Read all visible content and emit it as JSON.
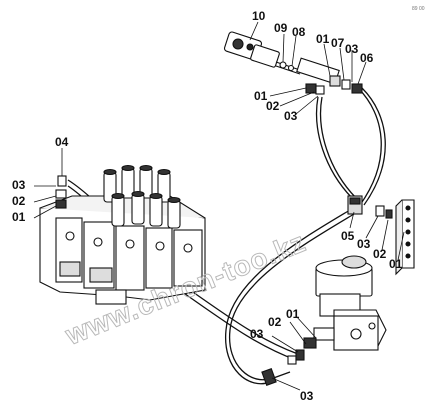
{
  "corner_code": "89 00",
  "watermark": "www.chron-too.kz",
  "callouts": {
    "label_10": "10",
    "label_09": "09",
    "label_08": "08",
    "label_01_top": "01",
    "label_07": "07",
    "label_03_top": "03",
    "label_06": "06",
    "label_01_mid": "01",
    "label_02_mid": "02",
    "label_03_mid": "03",
    "label_04": "04",
    "label_03_left": "03",
    "label_02_left": "02",
    "label_01_left": "01",
    "label_05": "05",
    "label_03_right": "03",
    "label_02_right": "02",
    "label_01_right": "01",
    "label_03_bl": "03",
    "label_02_bot": "02",
    "label_01_bot": "01",
    "label_03_bottom": "03"
  }
}
